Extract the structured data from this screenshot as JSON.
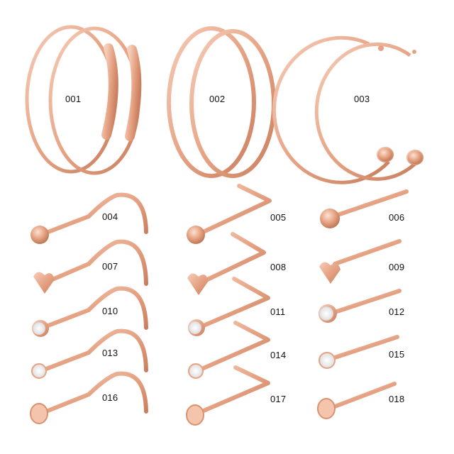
{
  "colors": {
    "metal": "#e8a88a",
    "metal_dark": "#c8805f",
    "metal_light": "#f8d6c4",
    "background": "#ffffff",
    "label": "#111111"
  },
  "rings": [
    {
      "code": "001",
      "style": "hoop-with-tube-clasp"
    },
    {
      "code": "002",
      "style": "seamless-hoop"
    },
    {
      "code": "003",
      "style": "open-c-ring-flat-end"
    }
  ],
  "studs": [
    {
      "code": "004",
      "shape": "screw",
      "top": "ball"
    },
    {
      "code": "005",
      "shape": "l-bend",
      "top": "ball"
    },
    {
      "code": "006",
      "shape": "straight-bone",
      "top": "ball"
    },
    {
      "code": "007",
      "shape": "screw",
      "top": "heart"
    },
    {
      "code": "008",
      "shape": "l-bend",
      "top": "heart"
    },
    {
      "code": "009",
      "shape": "straight-bone",
      "top": "heart"
    },
    {
      "code": "010",
      "shape": "screw",
      "top": "bezel-crystal"
    },
    {
      "code": "011",
      "shape": "l-bend",
      "top": "bezel-crystal"
    },
    {
      "code": "012",
      "shape": "straight-bone",
      "top": "bezel-crystal"
    },
    {
      "code": "013",
      "shape": "screw",
      "top": "prong-crystal"
    },
    {
      "code": "014",
      "shape": "l-bend",
      "top": "prong-crystal"
    },
    {
      "code": "015",
      "shape": "straight-bone",
      "top": "prong-crystal"
    },
    {
      "code": "016",
      "shape": "screw",
      "top": "flat-disc"
    },
    {
      "code": "017",
      "shape": "l-bend",
      "top": "flat-disc"
    },
    {
      "code": "018",
      "shape": "straight-bone",
      "top": "flat-disc"
    }
  ]
}
